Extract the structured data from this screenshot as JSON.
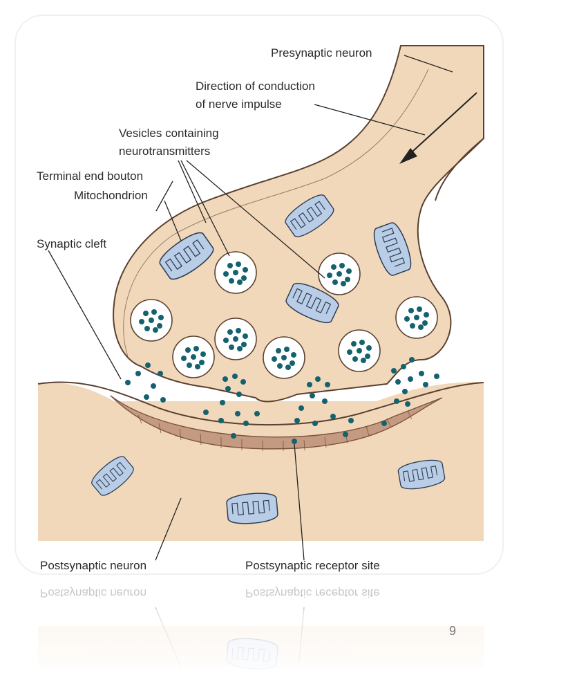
{
  "figure": {
    "labels": {
      "presynaptic_neuron": "Presynaptic neuron",
      "direction_line1": "Direction of conduction",
      "direction_line2": "of nerve impulse",
      "vesicles_line1": "Vesicles containing",
      "vesicles_line2": "neurotransmitters",
      "terminal_end_bouton": "Terminal end bouton",
      "mitochondrion": "Mitochondrion",
      "synaptic_cleft": "Synaptic cleft",
      "postsynaptic_neuron": "Postsynaptic neuron",
      "postsynaptic_receptor_site": "Postsynaptic receptor site"
    },
    "colors": {
      "cell_fill": "#f2d8ba",
      "membrane_outline": "#5a4030",
      "postsynaptic_band": "#c49a80",
      "mitochondrion_fill": "#b9cde6",
      "neurotransmitter": "#14626e",
      "vesicle_fill": "#ffffff"
    }
  },
  "slide": {
    "page_number": "9"
  }
}
